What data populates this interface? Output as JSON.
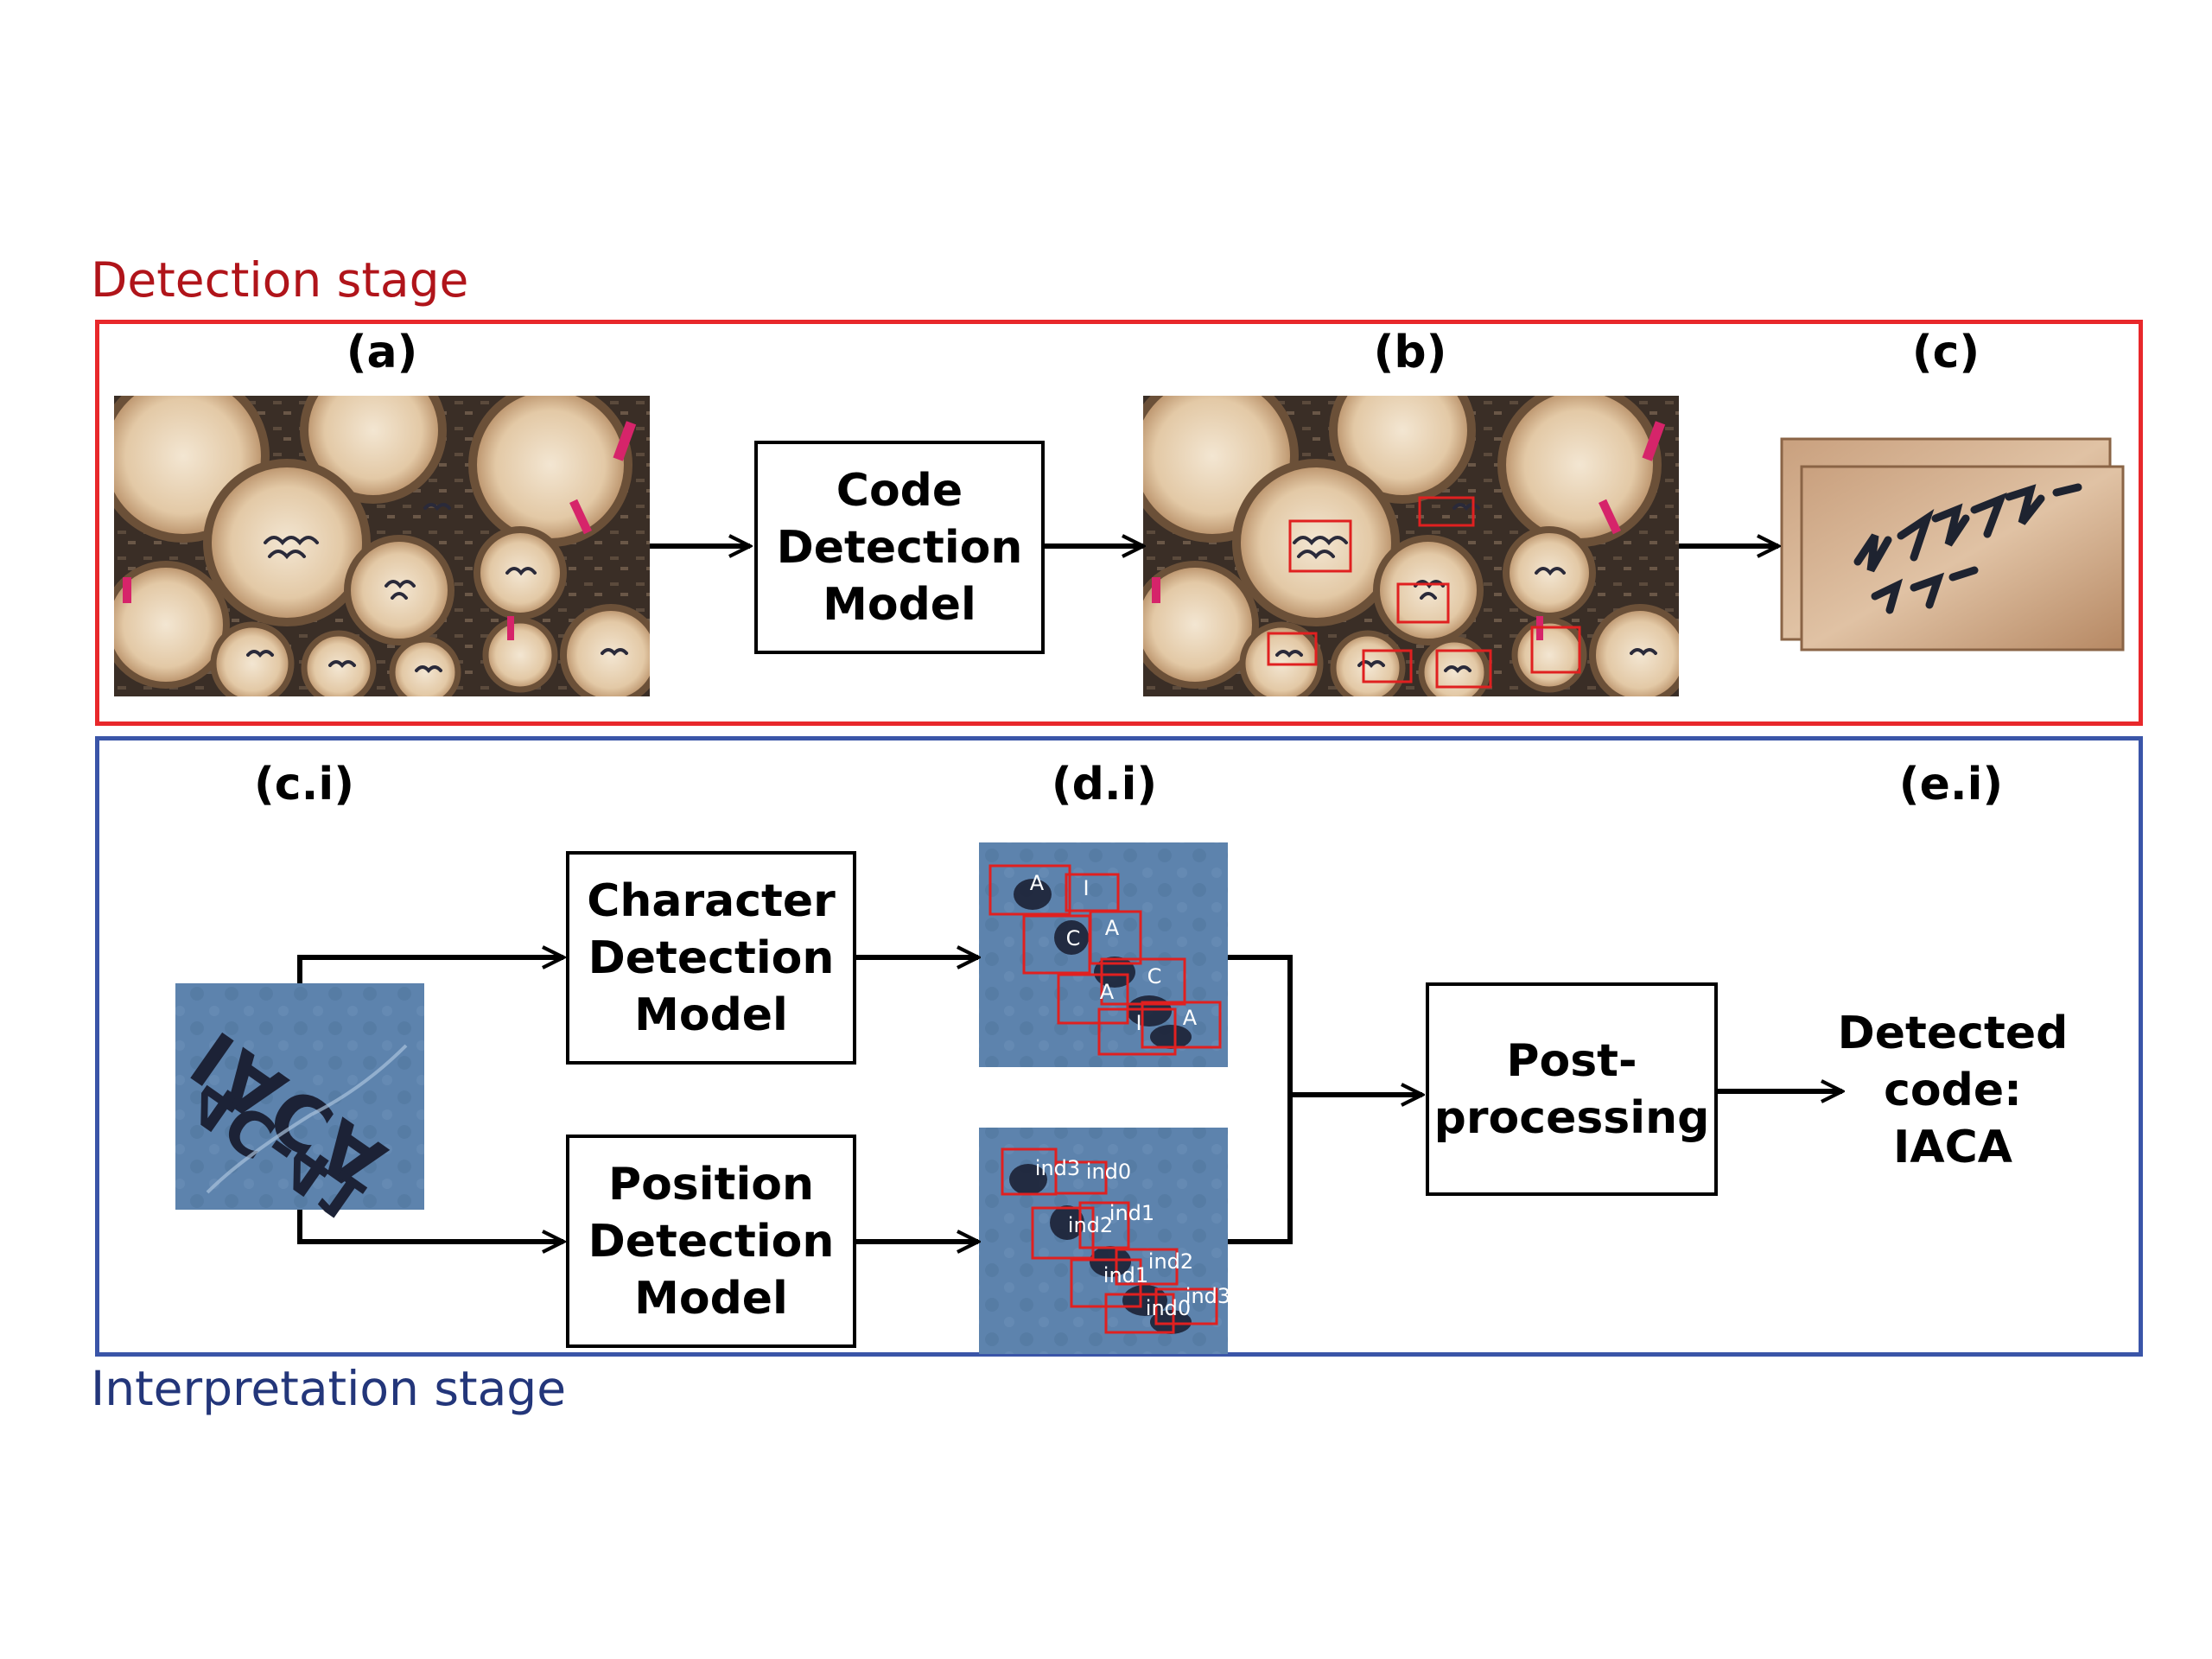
{
  "detection_stage": {
    "title": "Detection stage",
    "color": "#e8282b",
    "title_color": "#b0141a",
    "panels": {
      "a": "(a)",
      "b": "(b)",
      "c": "(c)"
    },
    "model": [
      "Code",
      "Detection",
      "Model"
    ]
  },
  "interpretation_stage": {
    "title": "Interpretation stage",
    "color": "#3a55a8",
    "title_color": "#23367a",
    "panels": {
      "ci": "(c.i)",
      "di": "(d.i)",
      "ei": "(e.i)"
    },
    "char_model": [
      "Character",
      "Detection",
      "Model"
    ],
    "pos_model": [
      "Position",
      "Detection",
      "Model"
    ],
    "post_model": [
      "Post-",
      "processing"
    ],
    "result": [
      "Detected",
      "code:",
      "IACA"
    ]
  },
  "char_labels": [
    "A",
    "I",
    "C",
    "A",
    "C",
    "A",
    "I",
    "A"
  ],
  "position_labels": [
    "ind3",
    "ind0",
    "ind2",
    "ind1",
    "ind2",
    "ind1",
    "ind0",
    "ind3"
  ],
  "code_marking": "IACA",
  "code_marking_second": "4C-41"
}
